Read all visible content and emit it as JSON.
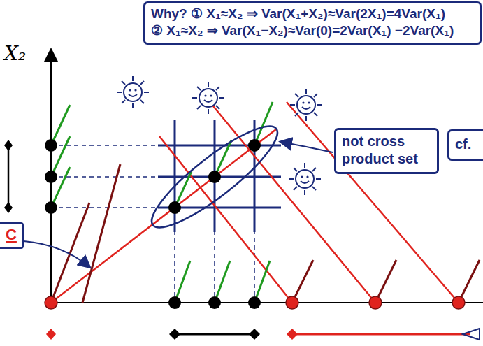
{
  "diagram": {
    "nodes": [
      {
        "text": [
          "Why? ① X₁≈X₂ ⇒ Var(X₁+X₂)≈Var(2X₁)=4Var(X₁)",
          "② X₁≈X₂ ⇒ Var(X₁−X₂)≈Var(0)=2Var(X₁) −2Var(X₁)"
        ]
      },
      {
        "text": [
          "not cross product set"
        ]
      },
      {
        "text": [
          "cf."
        ]
      },
      {
        "text": [
          "C"
        ]
      }
    ],
    "labels": [
      "X₂"
    ]
  }
}
